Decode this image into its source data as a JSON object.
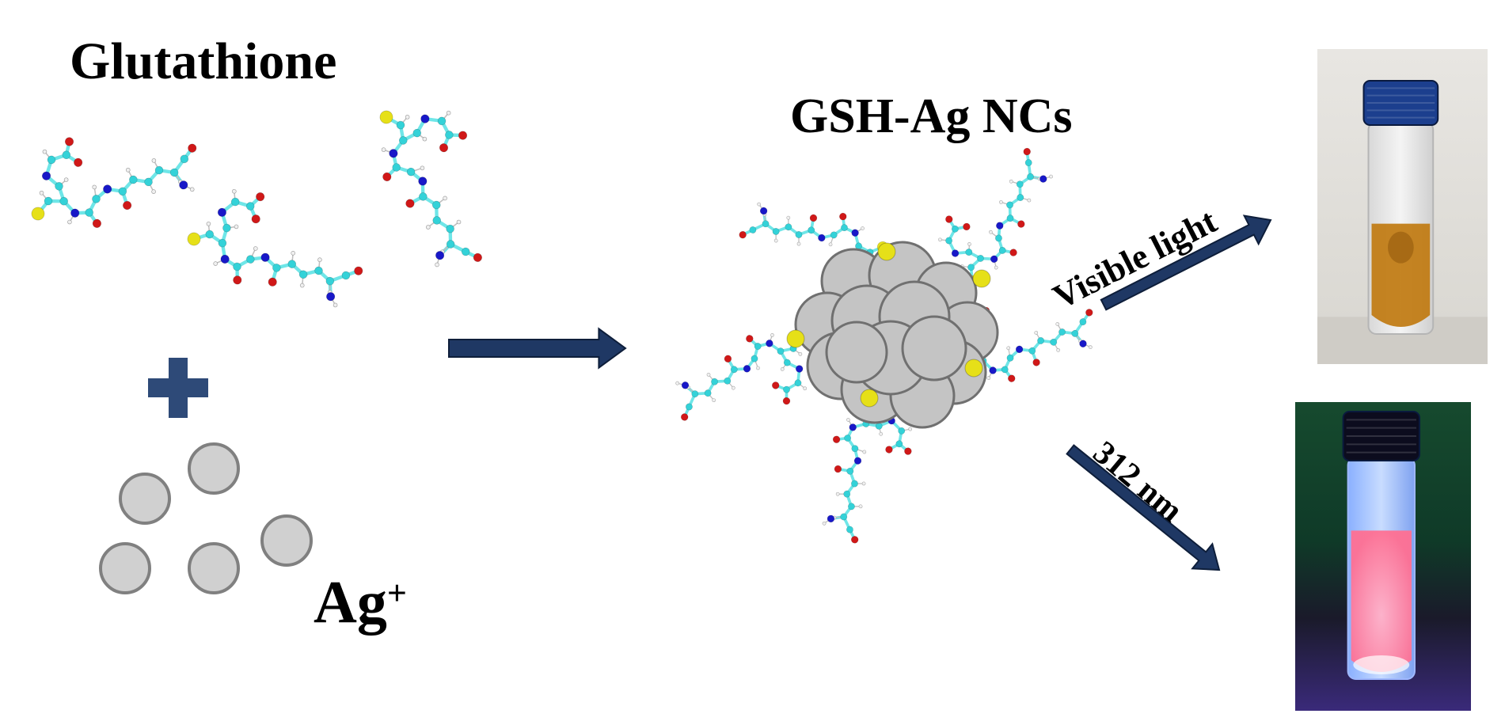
{
  "labels": {
    "reactant": "Glutathione",
    "ion": "Ag",
    "ion_charge": "+",
    "product": "GSH-Ag NCs",
    "visible_arrow": "Visible light",
    "uv_arrow": "312 nm"
  },
  "colors": {
    "arrow": "#1f3864",
    "plus": "#2e4a78",
    "bond": "#6fe6e8",
    "carbon": "#33d2d8",
    "oxygen": "#d01818",
    "nitrogen": "#1818c8",
    "sulfur": "#e6e018",
    "hydrogen": "#f0f0f0",
    "silver_ion": "#d0d0d0",
    "cluster": "#c4c4c4",
    "vial_cap": "#1c3f8e",
    "solution_visible": "#c07a10",
    "solution_uv": "#ff8aa8"
  },
  "icons": [
    "plus-icon",
    "reaction-arrow-icon",
    "silver-ion-icon",
    "nanocluster-icon",
    "vial-photo-visible",
    "vial-photo-uv"
  ]
}
